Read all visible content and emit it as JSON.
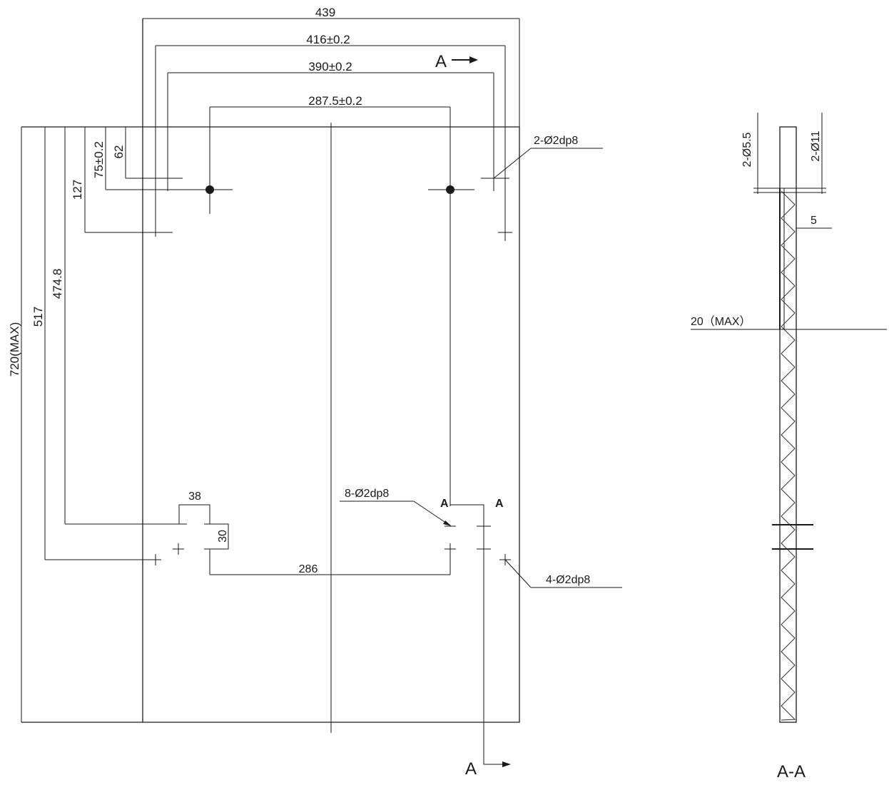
{
  "front_view": {
    "dimensions": {
      "overall_width": "439",
      "hole_span_outer": "416±0.2",
      "hole_span_inner": "390±0.2",
      "mount_span": "287.5±0.2",
      "overall_height": "720(MAX)",
      "bottom_row": "517",
      "mid_row": "474.8",
      "top_row_lower": "127",
      "mount_row": "75±0.2",
      "top_row_upper": "62",
      "small_width": "38",
      "small_height": "30",
      "bottom_span": "286"
    },
    "callouts": {
      "top_holes": "2-Ø2dp8",
      "center_holes": "8-Ø2dp8",
      "side_holes": "4-Ø2dp8"
    },
    "section_markers": {
      "top": "A",
      "bottom": "A",
      "mid_left": "A",
      "mid_right": "A"
    }
  },
  "section_view": {
    "title": "A-A",
    "dimensions": {
      "hole_small": "2-Ø5.5",
      "hole_large": "2-Ø11",
      "flange": "5",
      "thickness": "20（MAX）"
    }
  }
}
